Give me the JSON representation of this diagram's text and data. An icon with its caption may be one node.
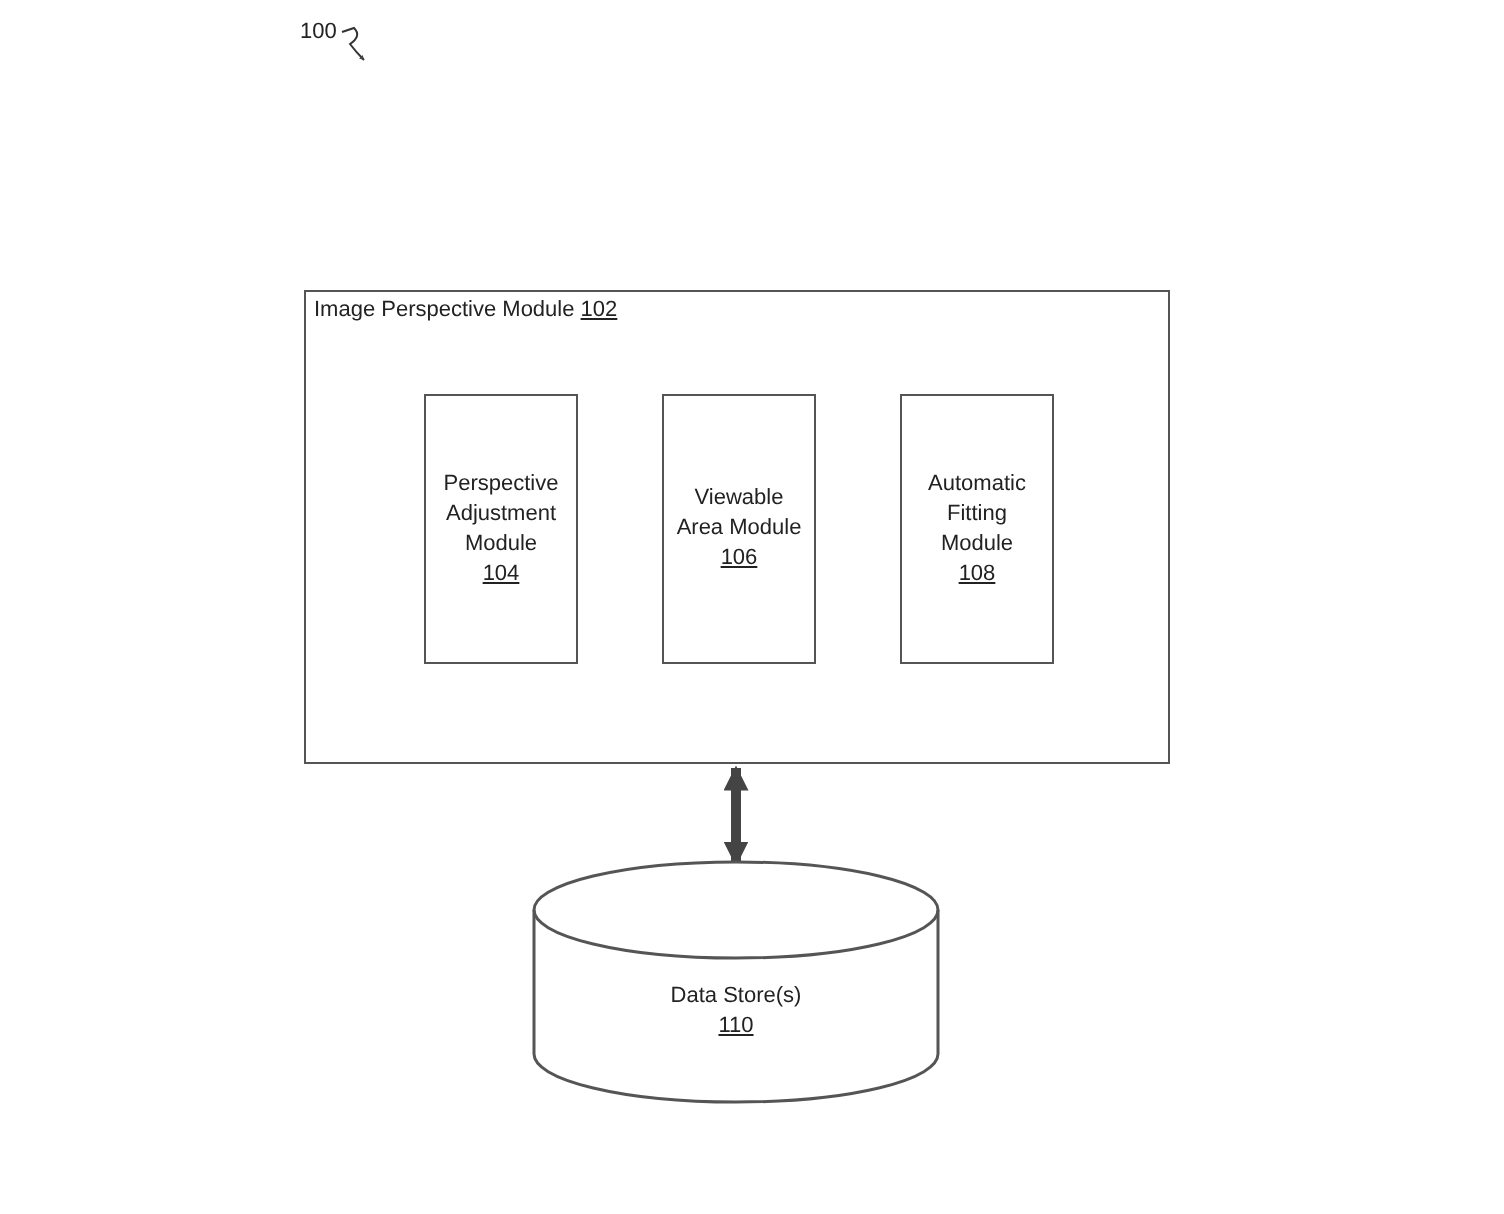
{
  "diagram": {
    "nodes": [
      {
        "text": [
          "Image Perspective Module",
          "102"
        ]
      },
      {
        "text": [
          "Perspective Adjustment Module",
          "104"
        ],
        "in": 0
      },
      {
        "text": [
          "Viewable Area Module",
          "106"
        ],
        "in": 0
      },
      {
        "text": [
          "Automatic Fitting Module",
          "108"
        ],
        "in": 0
      },
      {
        "text": [
          "Data Store(s)",
          "110"
        ]
      }
    ],
    "edges": [
      {
        "from": 0,
        "to": 4,
        "arrow": "both"
      }
    ],
    "labels": [
      "100"
    ]
  }
}
